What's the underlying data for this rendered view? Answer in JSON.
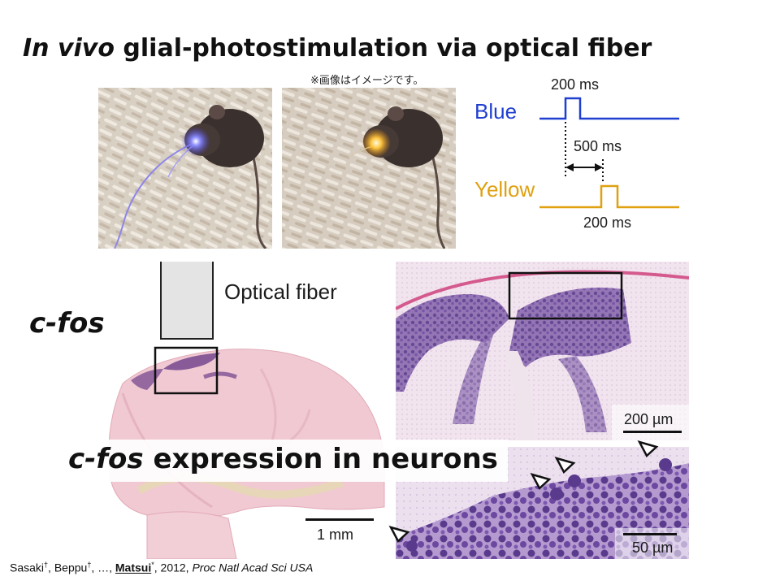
{
  "title": {
    "italic": "In vivo",
    "rest": " glial-photostimulation via optical fiber"
  },
  "note": "※画像はイメージです。",
  "timing": {
    "blue_label": "Blue",
    "yellow_label": "Yellow",
    "blue_duration": "200 ms",
    "interval": "500 ms",
    "yellow_duration": "200 ms",
    "colors": {
      "blue": "#1f3fd1",
      "yellow": "#e0a010"
    }
  },
  "optical_fiber_label": "Optical fiber",
  "cfos_side_label": "c-fos",
  "caption": {
    "italic": "c-fos",
    "rest": " expression in neurons"
  },
  "scale_bars": {
    "brain": "1 mm",
    "zoom_medium": "200 µm",
    "zoom_high": "50 µm"
  },
  "reference": {
    "a1": "Sasaki",
    "a1_mark": "†",
    "a2": ", Beppu",
    "a2_mark": "†",
    "mid": ", …, ",
    "a3": "Matsui",
    "a3_mark": "*",
    "year": ", 2012, ",
    "journal": "Proc Natl Acad Sci USA"
  },
  "icons": {
    "arrowhead": "open-triangle-arrowhead-icon",
    "mouse": "mouse-photo"
  }
}
